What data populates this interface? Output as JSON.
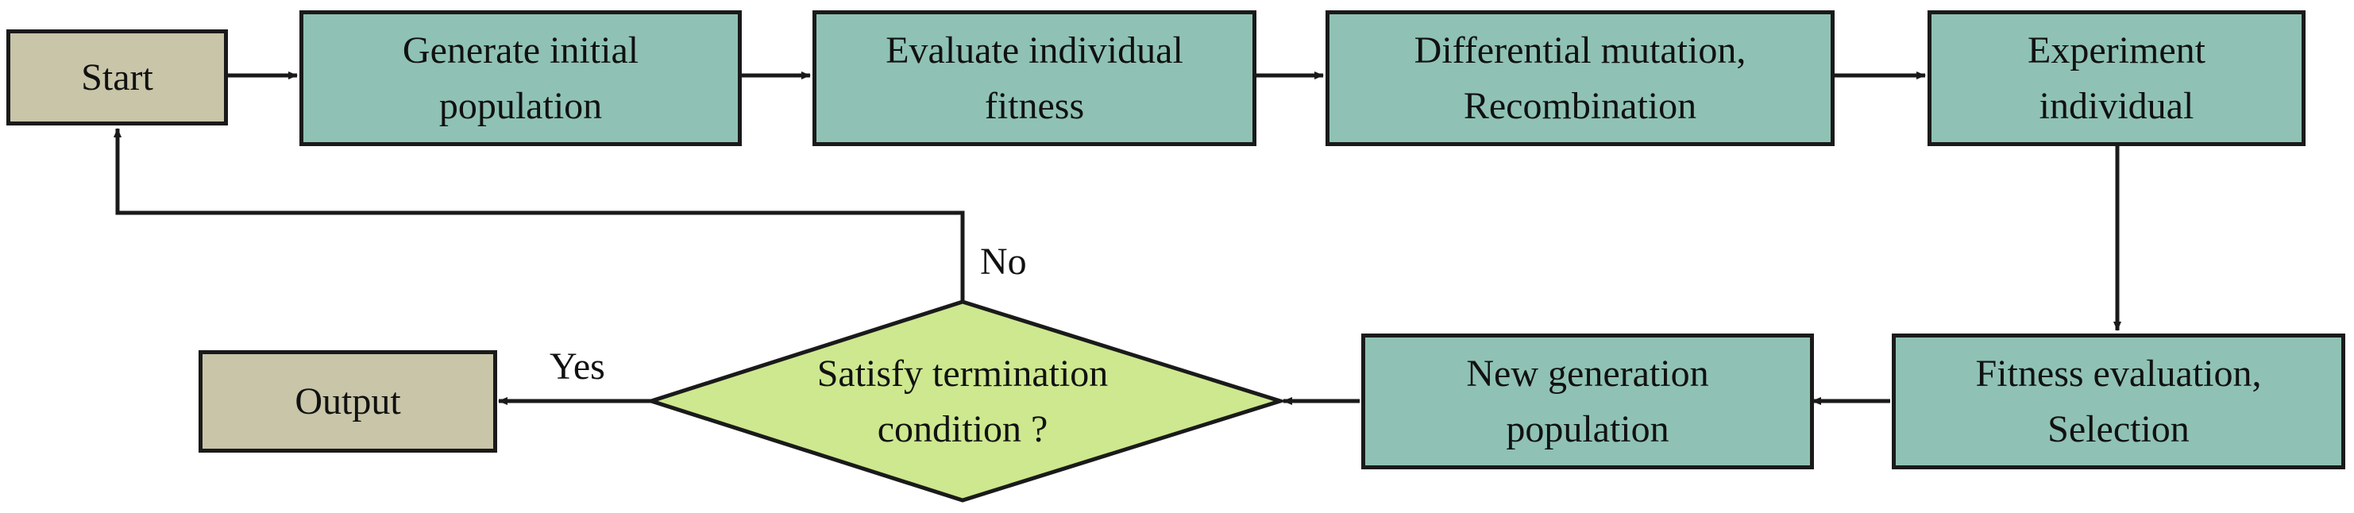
{
  "diagram": {
    "colors": {
      "terminal_fill": "#c8c5a8",
      "process_fill": "#8fc2b4",
      "decision_fill": "#cde88f",
      "stroke": "#1a1a1a"
    },
    "nodes": {
      "start": "Start",
      "generate": "Generate initial\npopulation",
      "evaluate": "Evaluate individual\nfitness",
      "mutation": "Differential mutation,\nRecombination",
      "experiment": "Experiment\nindividual",
      "fitness_selection": "Fitness evaluation,\nSelection",
      "new_generation": "New generation\npopulation",
      "decision": "Satisfy termination\ncondition ?",
      "output": "Output"
    },
    "edge_labels": {
      "no": "No",
      "yes": "Yes"
    }
  }
}
